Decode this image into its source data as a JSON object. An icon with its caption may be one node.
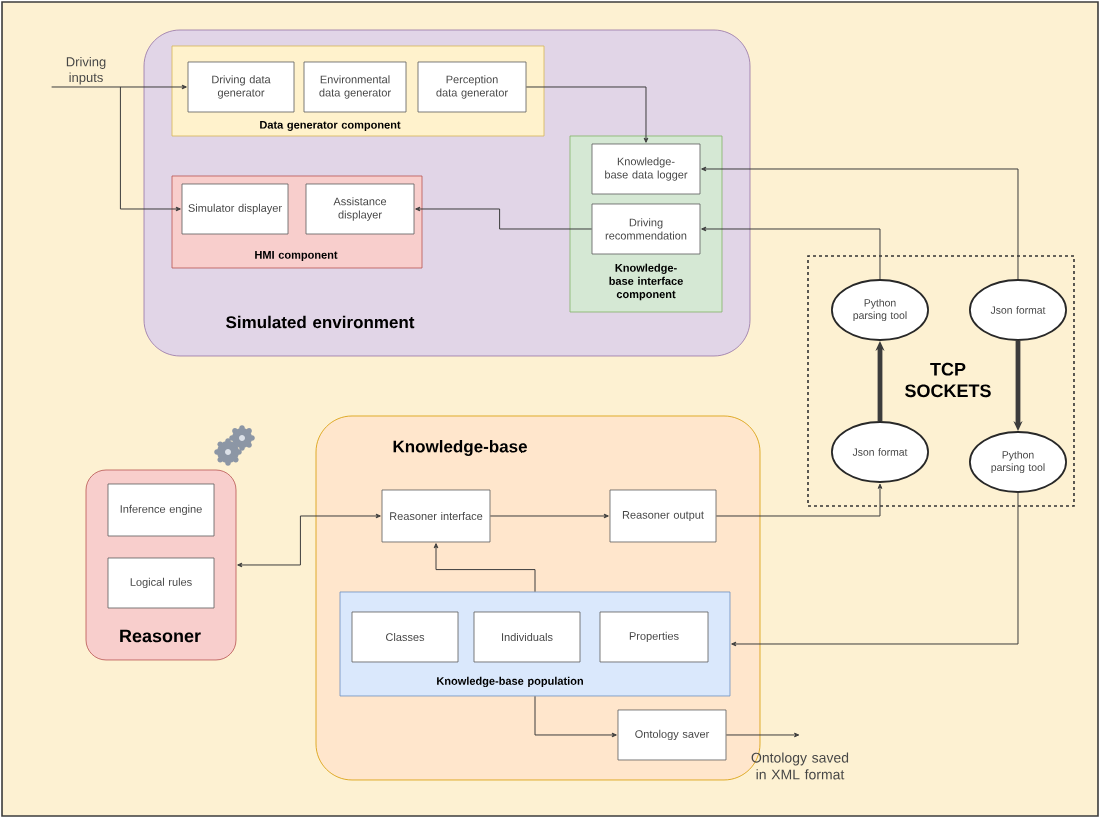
{
  "diagram": {
    "nodes": [
      {
        "text": [
          "Simulated environment"
        ]
      },
      {
        "text": [
          "Data generator component"
        ],
        "in": 0
      },
      {
        "text": [
          "Driving data generator"
        ],
        "in": 1
      },
      {
        "text": [
          "Environmental data generator"
        ],
        "in": 1
      },
      {
        "text": [
          "Perception data generator"
        ],
        "in": 1
      },
      {
        "text": [
          "HMI component"
        ],
        "in": 0
      },
      {
        "text": [
          "Simulator displayer"
        ],
        "in": 5
      },
      {
        "text": [
          "Assistance displayer"
        ],
        "in": 5
      },
      {
        "text": [
          "Knowledge-base interface component"
        ],
        "in": 0
      },
      {
        "text": [
          "Knowledge-base data logger"
        ],
        "in": 8
      },
      {
        "text": [
          "Driving recommendation"
        ],
        "in": 8
      },
      {
        "text": [
          "Driving inputs"
        ]
      },
      {
        "text": [
          "TCP SOCKETS"
        ]
      },
      {
        "text": [
          "Python parsing tool"
        ],
        "in": 12
      },
      {
        "text": [
          "Json format"
        ],
        "in": 12
      },
      {
        "text": [
          "Json format"
        ],
        "in": 12
      },
      {
        "text": [
          "Python parsing tool"
        ],
        "in": 12
      },
      {
        "text": [
          "Knowledge-base"
        ]
      },
      {
        "text": [
          "Reasoner interface"
        ],
        "in": 17
      },
      {
        "text": [
          "Reasoner output"
        ],
        "in": 17
      },
      {
        "text": [
          "Knowledge-base population"
        ],
        "in": 17
      },
      {
        "text": [
          "Classes"
        ],
        "in": 20
      },
      {
        "text": [
          "Individuals"
        ],
        "in": 20
      },
      {
        "text": [
          "Properties"
        ],
        "in": 20
      },
      {
        "text": [
          "Ontology saver"
        ],
        "in": 17
      },
      {
        "text": [
          "Ontology saved in XML format"
        ]
      },
      {
        "text": [
          "Reasoner"
        ]
      },
      {
        "text": [
          "Inference engine"
        ],
        "in": 26
      },
      {
        "text": [
          "Logical rules"
        ],
        "in": 26
      }
    ],
    "edges": [
      {
        "from": 11,
        "to": 2,
        "arrow": "to"
      },
      {
        "from": 11,
        "to": 6,
        "arrow": "to"
      },
      {
        "from": 4,
        "to": 9,
        "arrow": "to"
      },
      {
        "from": 10,
        "to": 7,
        "arrow": "to"
      },
      {
        "from": 13,
        "to": 10,
        "arrow": "to"
      },
      {
        "from": 14,
        "to": 9,
        "arrow": "to"
      },
      {
        "from": 15,
        "to": 13,
        "arrow": "to",
        "style": "thick"
      },
      {
        "from": 14,
        "to": 16,
        "arrow": "to",
        "style": "thick"
      },
      {
        "from": 19,
        "to": 15,
        "arrow": "to"
      },
      {
        "from": 16,
        "to": 20,
        "arrow": "to"
      },
      {
        "from": 26,
        "to": 18,
        "arrow": "both"
      },
      {
        "from": 18,
        "to": 19,
        "arrow": "to"
      },
      {
        "from": 20,
        "to": 18,
        "arrow": "to"
      },
      {
        "from": 20,
        "to": 24,
        "arrow": "to"
      },
      {
        "from": 24,
        "to": 25,
        "arrow": "to"
      }
    ]
  }
}
